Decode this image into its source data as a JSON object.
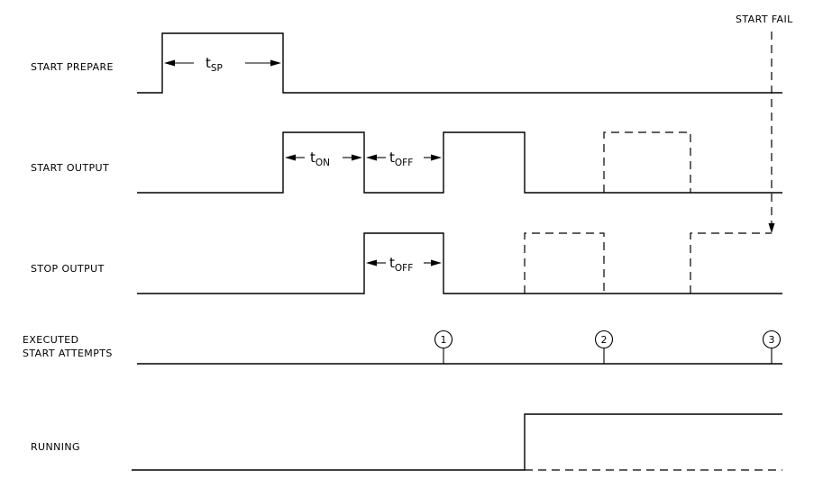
{
  "signals": {
    "start_prepare": "START PREPARE",
    "start_output": "START OUTPUT",
    "stop_output": "STOP OUTPUT",
    "executed_line1": "EXECUTED",
    "executed_line2": "START ATTEMPTS",
    "running": "RUNNING"
  },
  "annotations": {
    "start_fail": "START FAIL",
    "t_sp": {
      "sym": "t",
      "sub": "SP"
    },
    "t_on": {
      "sym": "t",
      "sub": "ON"
    },
    "t_off_start": {
      "sym": "t",
      "sub": "OFF"
    },
    "t_off_stop": {
      "sym": "t",
      "sub": "OFF"
    }
  },
  "attempts": [
    "1",
    "2",
    "3"
  ]
}
